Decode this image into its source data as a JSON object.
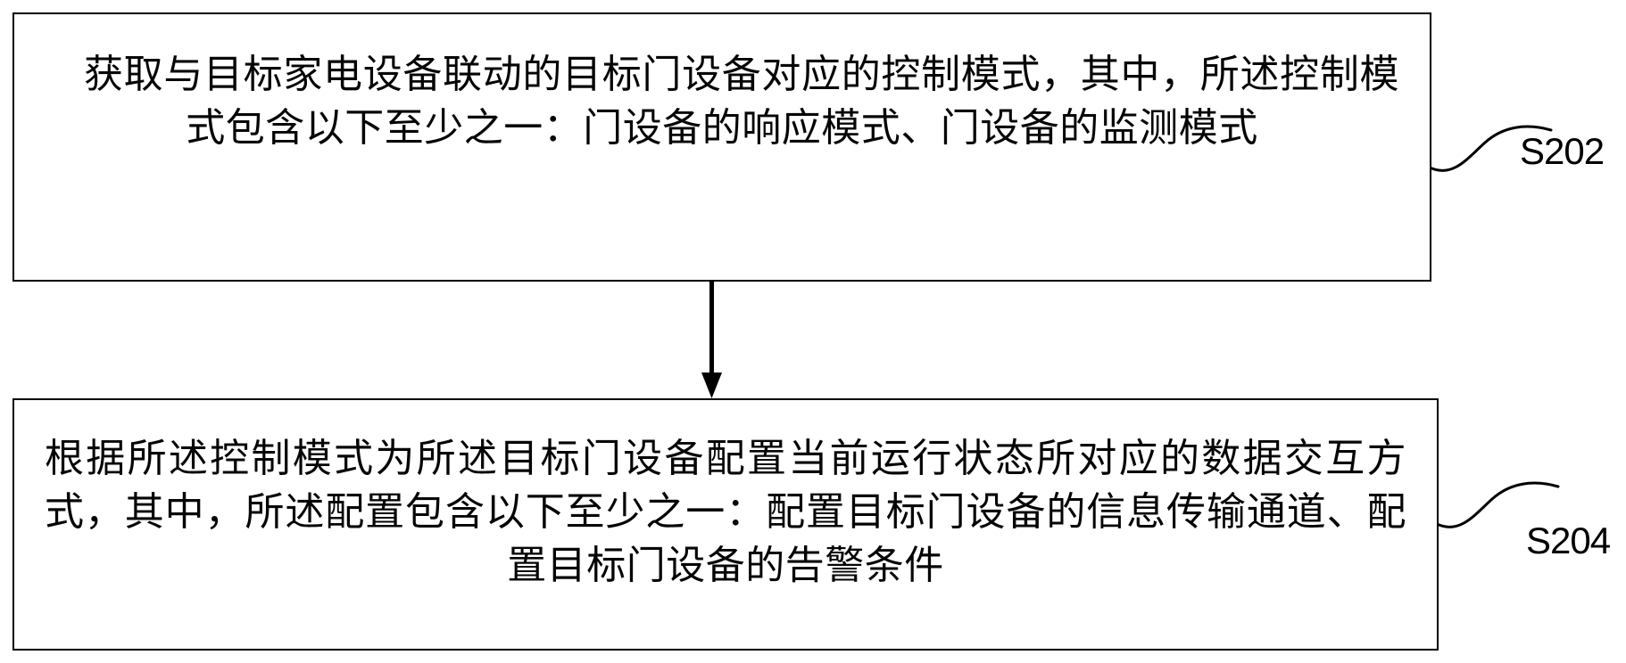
{
  "figure": {
    "type": "flowchart",
    "orientation": "vertical",
    "background_color": "#ffffff",
    "line_color": "#000000",
    "text_color": "#050505"
  },
  "steps": [
    {
      "id": "S202",
      "label": "S202",
      "text": "获取与目标家电设备联动的目标门设备对应的控制模式，其中，所述控制模式包含以下至少之一：门设备的响应模式、门设备的监测模式"
    },
    {
      "id": "S204",
      "label": "S204",
      "text": "根据所述控制模式为所述目标门设备配置当前运行状态所对应的数据交互方式，其中，所述配置包含以下至少之一：配置目标门设备的信息传输通道、配置目标门设备的告警条件"
    }
  ],
  "connectors": [
    {
      "name": "arrow-s202-to-s204",
      "from": "S202",
      "to": "S204",
      "style": "solid-arrow-down"
    },
    {
      "name": "leader-s202",
      "target": "S202",
      "style": "squiggle"
    },
    {
      "name": "leader-s204",
      "target": "S204",
      "style": "squiggle"
    }
  ]
}
